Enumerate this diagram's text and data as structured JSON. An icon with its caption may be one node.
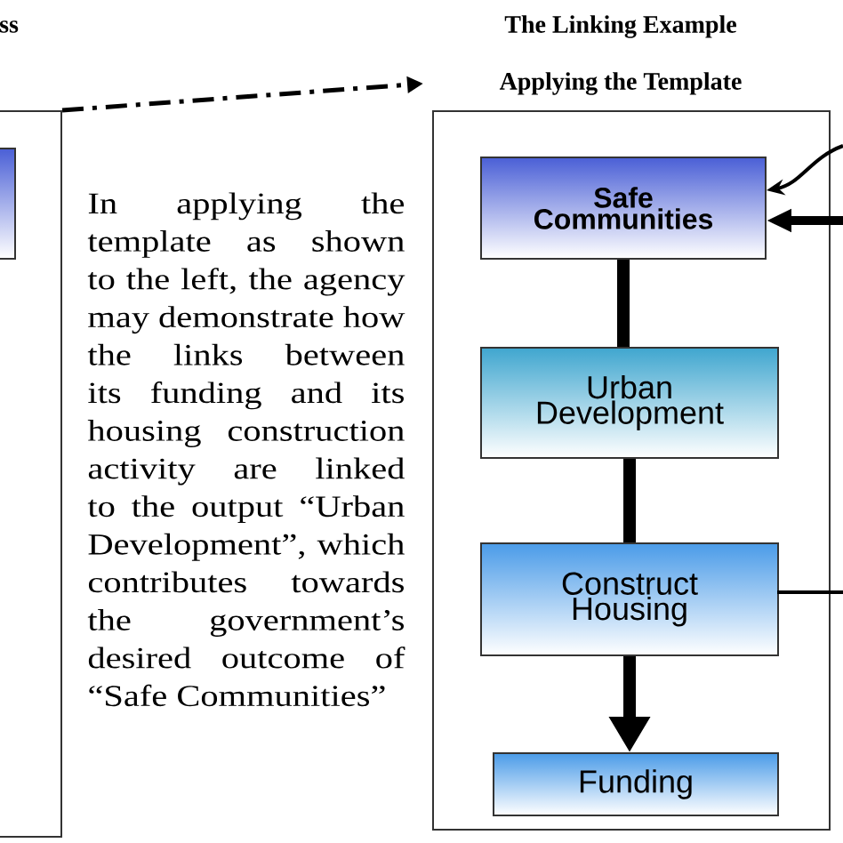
{
  "diagram": {
    "nodes": [
      {
        "text": [],
        "shape": "box"
      },
      {
        "text": [],
        "shape": "box",
        "in": 0
      },
      {
        "text": [
          "The Linking Example",
          "Applying the Template"
        ]
      },
      {
        "text": [
          "Safe Communities"
        ],
        "in": 2
      },
      {
        "text": [
          "Urban Development"
        ],
        "in": 2
      },
      {
        "text": [
          "Construct Housing"
        ],
        "in": 2
      },
      {
        "text": [
          "Funding"
        ],
        "in": 2
      }
    ],
    "edges": [
      {
        "from": 0,
        "to": 2,
        "arrow": "to",
        "style": "dashed"
      },
      {
        "from": null,
        "to": 3,
        "arrow": "to"
      },
      {
        "from": null,
        "to": 3,
        "arrow": "to"
      },
      {
        "from": 3,
        "to": 4,
        "arrow": "none"
      },
      {
        "from": 4,
        "to": 5,
        "arrow": "none"
      },
      {
        "from": 5,
        "to": 6,
        "arrow": "to"
      },
      {
        "from": 5,
        "to": null,
        "arrow": "none"
      }
    ],
    "labels": [
      "ss",
      "In applying the template as shown to the left, the agency may demonstrate how the links between its funding and its housing construction activity are linked to the output “Urban Development”, which contributes towards the government’s desired outcome of “Safe Communities”"
    ]
  }
}
